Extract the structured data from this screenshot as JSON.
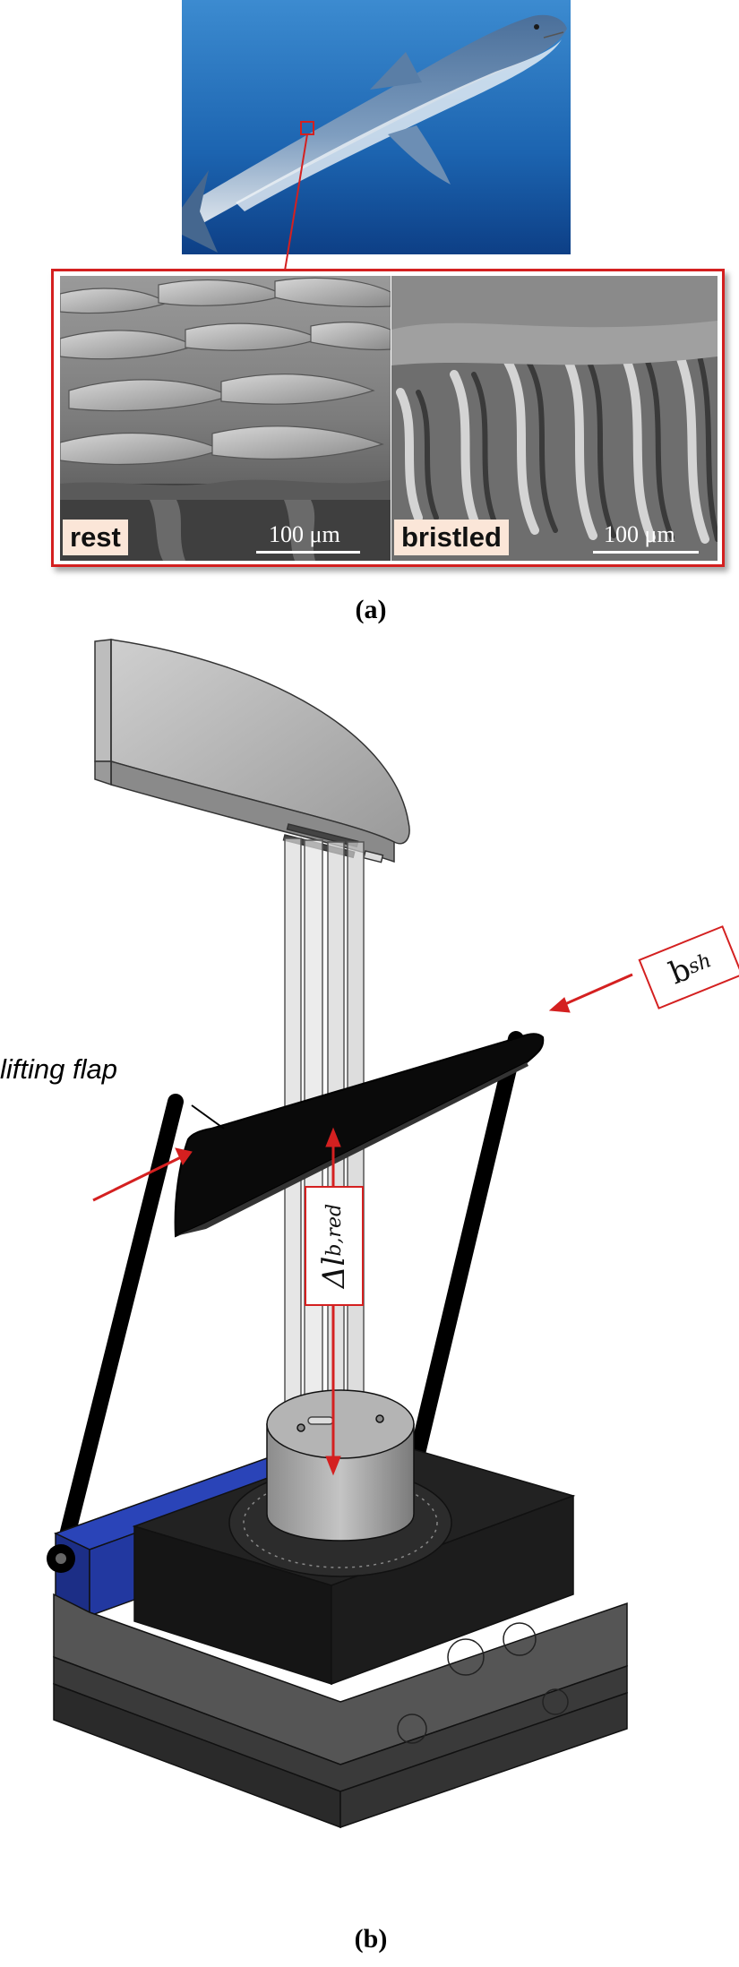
{
  "panel_a": {
    "label": "(a)",
    "photo": "mako-shark-photo",
    "micrographs": [
      {
        "state": "rest",
        "scale": "100 μm"
      },
      {
        "state": "bristled",
        "scale": "100 μm"
      }
    ]
  },
  "panel_b": {
    "label": "(b)",
    "callouts": {
      "lifting_flap": "lifting flap",
      "b_sh_main": "b",
      "b_sh_sub": "sh",
      "delta_l_main": "Δl",
      "delta_l_sub": "b,red"
    }
  },
  "colors": {
    "callout_red": "#d42020",
    "sem_label_bg": "#fbe6d8",
    "water_blue": "#1a5fa8",
    "fixture_blue": "#1f3aa6"
  }
}
